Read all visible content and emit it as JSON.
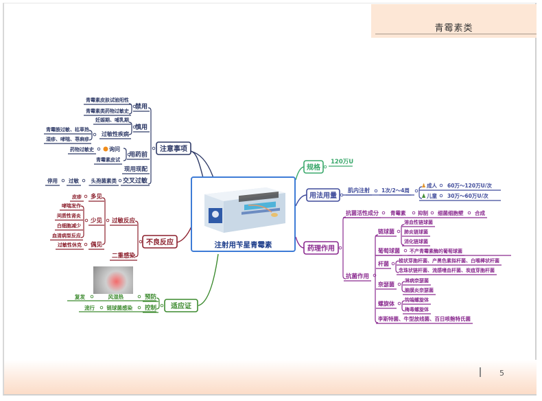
{
  "header": {
    "title": "青霉素类"
  },
  "footer": {
    "page_number": "5"
  },
  "center": {
    "title": "注射用苄星青霉素",
    "image": "penicillin-box-image"
  },
  "colors": {
    "precautions": "#2e3a67",
    "adverse": "#8b1e2b",
    "indications": "#3c8a2e",
    "spec": "#3aa86b",
    "usage": "#3e4a9a",
    "pharmacology": "#8a2a8f",
    "center_border": "#3d7bd6"
  },
  "branches": {
    "precautions": {
      "label": "注意事项",
      "contraindicated": {
        "label": "禁用",
        "items": [
          "青霉素皮肤试验阳性",
          "青霉素类药物过敏史"
        ]
      },
      "caution": {
        "label": "慎用",
        "items": [
          "妊娠期、哺乳期"
        ],
        "allergic_disease": {
          "label": "过敏性疾病",
          "items": [
            "青霉胺过敏、枯草热",
            "湿疹、哮喘、荨麻疹"
          ]
        }
      },
      "before_use": {
        "label": "用药前",
        "inquire": {
          "label": "询问",
          "item": "药物过敏史"
        },
        "skin_test": "青霉素皮试"
      },
      "fresh_prep": "现用现配",
      "cross_allergy": {
        "label": "交叉过敏",
        "chain": [
          "头孢菌素类",
          "过敏",
          "停用"
        ]
      }
    },
    "adverse": {
      "label": "不良反应",
      "allergic": {
        "label": "过敏反应",
        "common": {
          "label": "多见",
          "items": [
            "皮疹"
          ]
        },
        "less_common": {
          "label": "少见",
          "items": [
            "哮喘发作",
            "间质性肾炎",
            "白细胞减少",
            "血清病型反应"
          ]
        },
        "rare": {
          "label": "偶见",
          "items": [
            "过敏性休克"
          ]
        }
      },
      "superinfection": "二重感染"
    },
    "indications": {
      "label": "适应证",
      "prevent": {
        "label": "预防",
        "target": "风湿热",
        "item": "复发"
      },
      "control": {
        "label": "控制",
        "target": "链球菌感染",
        "item": "流行"
      },
      "image": "rheumatic-joint-photo"
    },
    "spec": {
      "label": "规格",
      "value": "120万U"
    },
    "usage": {
      "label": "用法用量",
      "route": "肌内注射",
      "frequency": "1次/2～4周",
      "adult": {
        "label": "成人",
        "dose": "60万～120万U/次"
      },
      "child": {
        "label": "儿童",
        "dose": "30万～60万U/次"
      }
    },
    "pharmacology": {
      "label": "药理作用",
      "active": {
        "label": "抗菌活性成分",
        "chain": [
          "青霉素",
          "抑制",
          "细菌细胞壁",
          "合成"
        ]
      },
      "antibacterial": {
        "label": "抗菌作用",
        "streptococcus": {
          "label": "链球菌",
          "items": [
            "溶血性链球菌",
            "肺炎链球菌",
            "消化链球菌"
          ]
        },
        "staphylococcus": {
          "label": "葡萄球菌",
          "item": "不产青霉素酶的葡萄球菌"
        },
        "bacillus": {
          "label": "杆菌",
          "items": [
            "梭状芽胞杆菌、产黑色素拟杆菌、白喉棒状杆菌",
            "念珠状链杆菌、流感嗜血杆菌、炭疽芽胞杆菌"
          ]
        },
        "neisseria": {
          "label": "奈瑟菌",
          "items": [
            "淋病奈瑟菌",
            "脑膜炎奈瑟菌"
          ]
        },
        "spirochete": {
          "label": "螺旋体",
          "items": [
            "钩端螺旋体",
            "梅毒螺旋体"
          ]
        },
        "others": "李斯特菌、牛型放线菌、百日咳鲍特氏菌"
      }
    }
  }
}
